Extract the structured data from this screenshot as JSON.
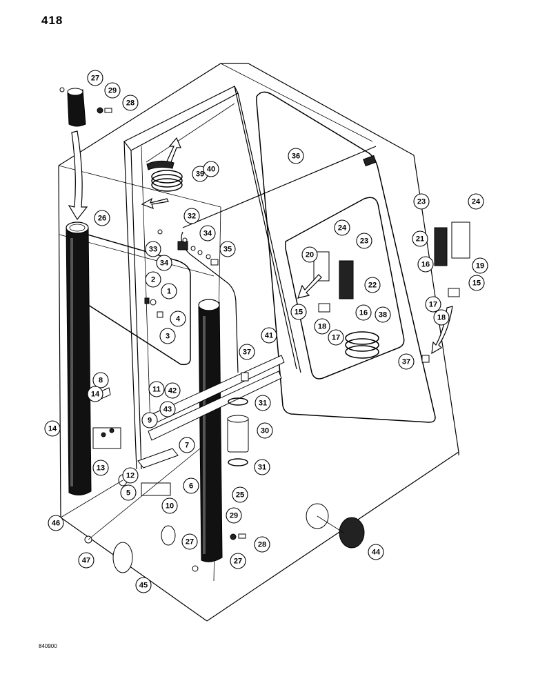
{
  "page_number": "418",
  "figure_code": "840900",
  "callouts": [
    {
      "id": "c1",
      "label": "1"
    },
    {
      "id": "c2",
      "label": "2"
    },
    {
      "id": "c3",
      "label": "3"
    },
    {
      "id": "c4",
      "label": "4"
    },
    {
      "id": "c5",
      "label": "5"
    },
    {
      "id": "c6",
      "label": "6"
    },
    {
      "id": "c7",
      "label": "7"
    },
    {
      "id": "c8",
      "label": "8"
    },
    {
      "id": "c9",
      "label": "9"
    },
    {
      "id": "c10",
      "label": "10"
    },
    {
      "id": "c11",
      "label": "11"
    },
    {
      "id": "c12",
      "label": "12"
    },
    {
      "id": "c13",
      "label": "13"
    },
    {
      "id": "c14a",
      "label": "14"
    },
    {
      "id": "c14b",
      "label": "14"
    },
    {
      "id": "c15a",
      "label": "15"
    },
    {
      "id": "c15b",
      "label": "15"
    },
    {
      "id": "c16a",
      "label": "16"
    },
    {
      "id": "c16b",
      "label": "16"
    },
    {
      "id": "c17a",
      "label": "17"
    },
    {
      "id": "c17b",
      "label": "17"
    },
    {
      "id": "c18a",
      "label": "18"
    },
    {
      "id": "c18b",
      "label": "18"
    },
    {
      "id": "c19",
      "label": "19"
    },
    {
      "id": "c20",
      "label": "20"
    },
    {
      "id": "c21",
      "label": "21"
    },
    {
      "id": "c22",
      "label": "22"
    },
    {
      "id": "c23a",
      "label": "23"
    },
    {
      "id": "c23b",
      "label": "23"
    },
    {
      "id": "c24a",
      "label": "24"
    },
    {
      "id": "c24b",
      "label": "24"
    },
    {
      "id": "c25",
      "label": "25"
    },
    {
      "id": "c26",
      "label": "26"
    },
    {
      "id": "c27a",
      "label": "27"
    },
    {
      "id": "c27b",
      "label": "27"
    },
    {
      "id": "c27c",
      "label": "27"
    },
    {
      "id": "c28a",
      "label": "28"
    },
    {
      "id": "c28b",
      "label": "28"
    },
    {
      "id": "c29a",
      "label": "29"
    },
    {
      "id": "c29b",
      "label": "29"
    },
    {
      "id": "c30",
      "label": "30"
    },
    {
      "id": "c31a",
      "label": "31"
    },
    {
      "id": "c31b",
      "label": "31"
    },
    {
      "id": "c32",
      "label": "32"
    },
    {
      "id": "c33",
      "label": "33"
    },
    {
      "id": "c34a",
      "label": "34"
    },
    {
      "id": "c34b",
      "label": "34"
    },
    {
      "id": "c35",
      "label": "35"
    },
    {
      "id": "c36",
      "label": "36"
    },
    {
      "id": "c37a",
      "label": "37"
    },
    {
      "id": "c37b",
      "label": "37"
    },
    {
      "id": "c38",
      "label": "38"
    },
    {
      "id": "c39",
      "label": "39"
    },
    {
      "id": "c40",
      "label": "40"
    },
    {
      "id": "c41",
      "label": "41"
    },
    {
      "id": "c42",
      "label": "42"
    },
    {
      "id": "c43",
      "label": "43"
    },
    {
      "id": "c44",
      "label": "44"
    },
    {
      "id": "c45",
      "label": "45"
    },
    {
      "id": "c46",
      "label": "46"
    },
    {
      "id": "c47",
      "label": "47"
    }
  ]
}
